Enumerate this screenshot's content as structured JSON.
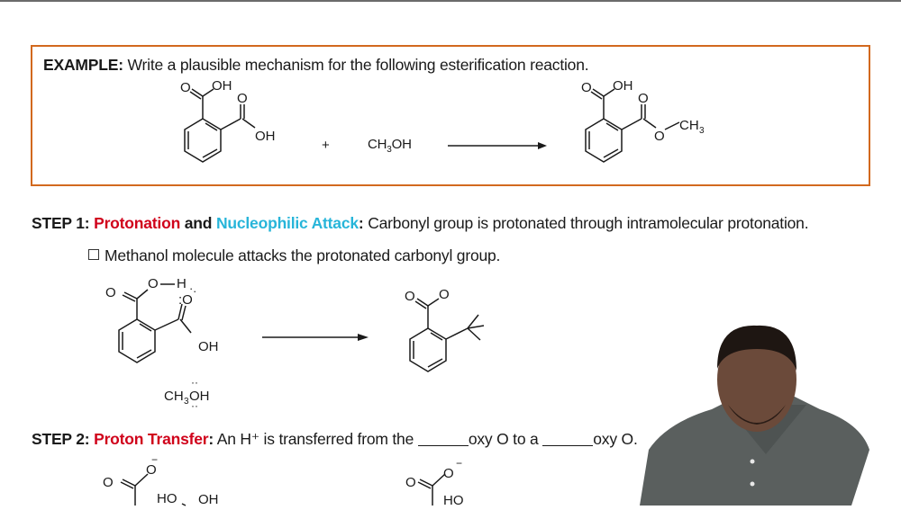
{
  "example": {
    "label": "EXAMPLE:",
    "prompt": "Write a plausible mechanism for the following esterification reaction.",
    "reactant_1": {
      "name": "phthalic acid",
      "labels": [
        "O",
        "OH",
        "O",
        "OH"
      ]
    },
    "plus": "+",
    "reactant_2": {
      "formula_prefix": "CH",
      "formula_sub": "3",
      "formula_suffix": "OH"
    },
    "product": {
      "name": "monomethyl phthalate",
      "labels": [
        "O",
        "OH",
        "O",
        "O",
        "CH",
        "3"
      ]
    },
    "border_color": "#d2691e"
  },
  "step1": {
    "label": "STEP 1:",
    "term_1": "Protonation",
    "connector": "and",
    "term_2": "Nucleophilic Attack",
    "colon": ":",
    "description": "Carbonyl group is protonated through intramolecular protonation.",
    "sub_item": "Methanol molecule attacks the protonated carbonyl group.",
    "term_1_color": "#d0021b",
    "term_2_color": "#27b5d9",
    "left_structure_labels": [
      "O",
      "O—H",
      ":O",
      "OH",
      "CH3OH"
    ],
    "right_structure_labels": [
      "O",
      "O"
    ]
  },
  "step2": {
    "label": "STEP 2:",
    "term": "Proton Transfer",
    "colon": ":",
    "text_1": "An H⁺ is transferred from the",
    "text_2": "oxy O to a",
    "text_3": "oxy O.",
    "term_color": "#d0021b",
    "left_structure_labels": [
      "O",
      "O⁻",
      "HO",
      "OH"
    ],
    "right_structure_labels": [
      "O",
      "O⁻",
      "HO"
    ]
  },
  "presenter": {
    "shirt_color": "#5a5f5e"
  }
}
